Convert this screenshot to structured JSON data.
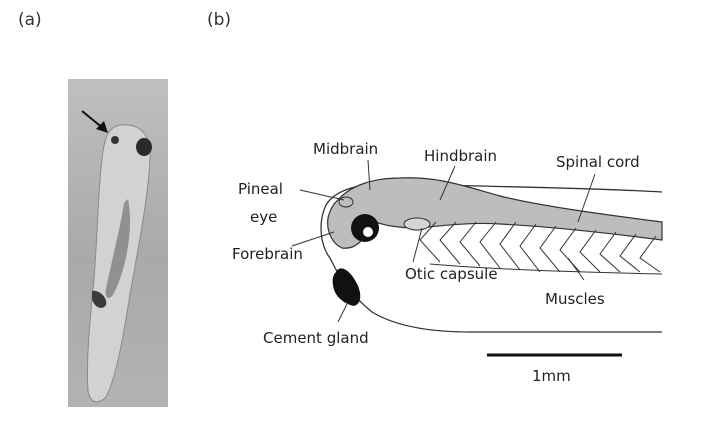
{
  "panels": {
    "a": {
      "label": "(a)"
    },
    "b": {
      "label": "(b)"
    }
  },
  "labels": {
    "midbrain": "Midbrain",
    "hindbrain": "Hindbrain",
    "spinal_cord": "Spinal cord",
    "pineal": "Pineal",
    "eye": "eye",
    "forebrain": "Forebrain",
    "otic_capsule": "Otic capsule",
    "muscles": "Muscles",
    "cement_gland": "Cement gland"
  },
  "scale_bar": {
    "label": "1mm"
  },
  "colors": {
    "brain_fill": "#bdbdbd",
    "outline": "#333333",
    "eye": "#111111"
  }
}
